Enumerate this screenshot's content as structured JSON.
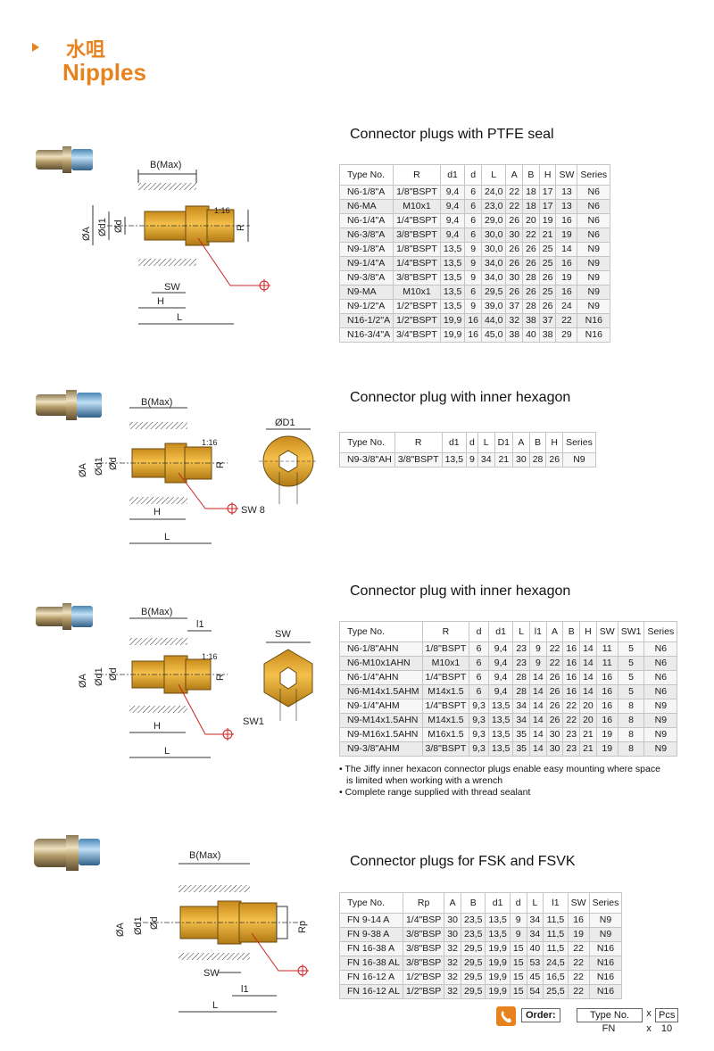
{
  "header": {
    "title_cn": "水咀",
    "title_en": "Nipples"
  },
  "sections": [
    {
      "title": "Connector plugs with PTFE seal",
      "columns": [
        "Type No.",
        "R",
        "d1",
        "d",
        "L",
        "A",
        "B",
        "H",
        "SW",
        "Series"
      ],
      "rows": [
        [
          "N6-1/8\"A",
          "1/8\"BSPT",
          "9,4",
          "6",
          "24,0",
          "22",
          "18",
          "17",
          "13",
          "N6"
        ],
        [
          "N6-MA",
          "M10x1",
          "9,4",
          "6",
          "23,0",
          "22",
          "18",
          "17",
          "13",
          "N6"
        ],
        [
          "N6-1/4\"A",
          "1/4\"BSPT",
          "9,4",
          "6",
          "29,0",
          "26",
          "20",
          "19",
          "16",
          "N6"
        ],
        [
          "N6-3/8\"A",
          "3/8\"BSPT",
          "9,4",
          "6",
          "30,0",
          "30",
          "22",
          "21",
          "19",
          "N6"
        ],
        [
          "N9-1/8\"A",
          "1/8\"BSPT",
          "13,5",
          "9",
          "30,0",
          "26",
          "26",
          "25",
          "14",
          "N9"
        ],
        [
          "N9-1/4\"A",
          "1/4\"BSPT",
          "13,5",
          "9",
          "34,0",
          "26",
          "26",
          "25",
          "16",
          "N9"
        ],
        [
          "N9-3/8\"A",
          "3/8\"BSPT",
          "13,5",
          "9",
          "34,0",
          "30",
          "28",
          "26",
          "19",
          "N9"
        ],
        [
          "N9-MA",
          "M10x1",
          "13,5",
          "6",
          "29,5",
          "26",
          "26",
          "25",
          "16",
          "N9"
        ],
        [
          "N9-1/2\"A",
          "1/2\"BSPT",
          "13,5",
          "9",
          "39,0",
          "37",
          "28",
          "26",
          "24",
          "N9"
        ],
        [
          "N16-1/2\"A",
          "1/2\"BSPT",
          "19,9",
          "16",
          "44,0",
          "32",
          "38",
          "37",
          "22",
          "N16"
        ],
        [
          "N16-3/4\"A",
          "3/4\"BSPT",
          "19,9",
          "16",
          "45,0",
          "38",
          "40",
          "38",
          "29",
          "N16"
        ]
      ],
      "drawing_labels": {
        "b": "B(Max)",
        "a": "ØA",
        "d1": "Ød1",
        "d": "Ød",
        "taper": "1:16",
        "r": "R",
        "sw": "SW",
        "h": "H",
        "l": "L"
      }
    },
    {
      "title": "Connector plug with inner hexagon",
      "columns": [
        "Type No.",
        "R",
        "d1",
        "d",
        "L",
        "D1",
        "A",
        "B",
        "H",
        "Series"
      ],
      "rows": [
        [
          "N9-3/8\"AH",
          "3/8\"BSPT",
          "13,5",
          "9",
          "34",
          "21",
          "30",
          "28",
          "26",
          "N9"
        ]
      ],
      "drawing_labels": {
        "b": "B(Max)",
        "a": "ØA",
        "d1": "Ød1",
        "d": "Ød",
        "taper": "1:16",
        "r": "R",
        "h": "H",
        "l": "L",
        "dd1": "ØD1",
        "sw8": "SW 8"
      }
    },
    {
      "title": "Connector plug with inner hexagon",
      "columns": [
        "Type No.",
        "R",
        "d",
        "d1",
        "L",
        "l1",
        "A",
        "B",
        "H",
        "SW",
        "SW1",
        "Series"
      ],
      "rows": [
        [
          "N6-1/8\"AHN",
          "1/8\"BSPT",
          "6",
          "9,4",
          "23",
          "9",
          "22",
          "16",
          "14",
          "11",
          "5",
          "N6"
        ],
        [
          "N6-M10x1AHN",
          "M10x1",
          "6",
          "9,4",
          "23",
          "9",
          "22",
          "16",
          "14",
          "11",
          "5",
          "N6"
        ],
        [
          "N6-1/4\"AHN",
          "1/4\"BSPT",
          "6",
          "9,4",
          "28",
          "14",
          "26",
          "16",
          "14",
          "16",
          "5",
          "N6"
        ],
        [
          "N6-M14x1.5AHM",
          "M14x1.5",
          "6",
          "9,4",
          "28",
          "14",
          "26",
          "16",
          "14",
          "16",
          "5",
          "N6"
        ],
        [
          "N9-1/4\"AHM",
          "1/4\"BSPT",
          "9,3",
          "13,5",
          "34",
          "14",
          "26",
          "22",
          "20",
          "16",
          "8",
          "N9"
        ],
        [
          "N9-M14x1.5AHN",
          "M14x1.5",
          "9,3",
          "13,5",
          "34",
          "14",
          "26",
          "22",
          "20",
          "16",
          "8",
          "N9"
        ],
        [
          "N9-M16x1.5AHN",
          "M16x1.5",
          "9,3",
          "13,5",
          "35",
          "14",
          "30",
          "23",
          "21",
          "19",
          "8",
          "N9"
        ],
        [
          "N9-3/8\"AHM",
          "3/8\"BSPT",
          "9,3",
          "13,5",
          "35",
          "14",
          "30",
          "23",
          "21",
          "19",
          "8",
          "N9"
        ]
      ],
      "notes": [
        "• The Jiffy inner hexacon connector plugs enable easy mounting where space",
        "is limited when working with a wrench",
        "• Complete range supplied with thread sealant"
      ],
      "drawing_labels": {
        "b": "B(Max)",
        "l1": "l1",
        "a": "ØA",
        "d1": "Ød1",
        "d": "Ød",
        "taper": "1:16",
        "r": "R",
        "h": "H",
        "l": "L",
        "sw": "SW",
        "sw1": "SW1"
      }
    },
    {
      "title": "Connector plugs for FSK and FSVK",
      "columns": [
        "Type No.",
        "Rp",
        "A",
        "B",
        "d1",
        "d",
        "L",
        "l1",
        "SW",
        "Series"
      ],
      "rows": [
        [
          "FN 9-14 A",
          "1/4\"BSP",
          "30",
          "23,5",
          "13,5",
          "9",
          "34",
          "11,5",
          "16",
          "N9"
        ],
        [
          "FN 9-38 A",
          "3/8\"BSP",
          "30",
          "23,5",
          "13,5",
          "9",
          "34",
          "11,5",
          "19",
          "N9"
        ],
        [
          "FN 16-38 A",
          "3/8\"BSP",
          "32",
          "29,5",
          "19,9",
          "15",
          "40",
          "11,5",
          "22",
          "N16"
        ],
        [
          "FN 16-38 AL",
          "3/8\"BSP",
          "32",
          "29,5",
          "19,9",
          "15",
          "53",
          "24,5",
          "22",
          "N16"
        ],
        [
          "FN 16-12 A",
          "1/2\"BSP",
          "32",
          "29,5",
          "19,9",
          "15",
          "45",
          "16,5",
          "22",
          "N16"
        ],
        [
          "FN 16-12 AL",
          "1/2\"BSP",
          "32",
          "29,5",
          "19,9",
          "15",
          "54",
          "25,5",
          "22",
          "N16"
        ]
      ],
      "drawing_labels": {
        "b": "B(Max)",
        "a": "ØA",
        "d1": "Ød1",
        "d": "Ød",
        "rp": "Rp",
        "sw": "SW",
        "l1": "l1",
        "l": "L"
      }
    }
  ],
  "order": {
    "label": "Order:",
    "type_header": "Type No.",
    "pcs_header": "Pcs",
    "x": "x",
    "type_value": "FN",
    "qty": "10"
  },
  "colors": {
    "accent": "#e8821e",
    "brass": "#d9a233",
    "red": "#cc2222"
  }
}
